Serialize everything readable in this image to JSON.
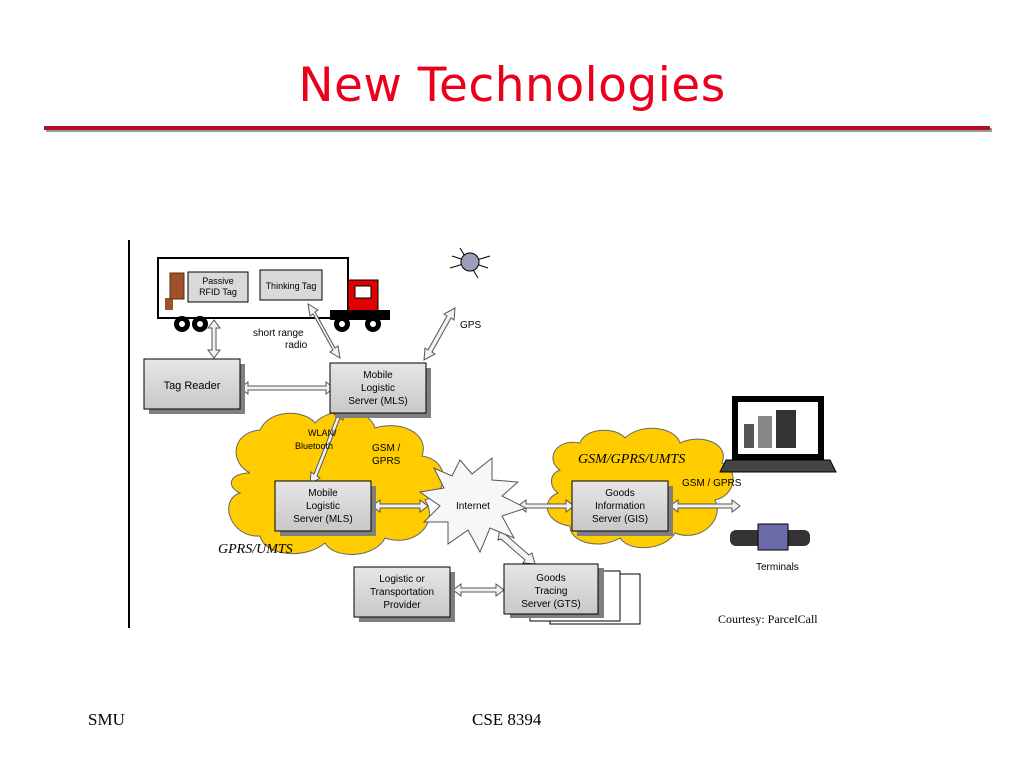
{
  "slide": {
    "title": "New Technologies",
    "footer_left": "SMU",
    "footer_right": "CSE 8394",
    "courtesy": "Courtesy: ParcelCall"
  },
  "diagram": {
    "truck": {
      "passive_tag_1": "Passive",
      "passive_tag_2": "RFID Tag",
      "thinking_tag": "Thinking Tag"
    },
    "short_range_1": "short range",
    "short_range_2": "radio",
    "gps": "GPS",
    "tag_reader": "Tag Reader",
    "mls_top": [
      "Mobile",
      "Logistic",
      "Server (MLS)"
    ],
    "mls_bottom": [
      "Mobile",
      "Logistic",
      "Server (MLS)"
    ],
    "wlan_1": "WLAN/",
    "wlan_2": "Bluetooth",
    "gsm_gprs_1": "GSM /",
    "gsm_gprs_2": "GPRS",
    "internet": "Internet",
    "cloud_left_label": "GPRS/UMTS",
    "cloud_right_label": "GSM/GPRS/UMTS",
    "gis": [
      "Goods",
      "Information",
      "Server (GIS)"
    ],
    "gsm_gprs_right": "GSM / GPRS",
    "terminals": "Terminals",
    "ltp": [
      "Logistic or",
      "Transportation",
      "Provider"
    ],
    "gts": [
      "Goods",
      "Tracing",
      "Server (GTS)"
    ]
  },
  "colors": {
    "title": "#e8001c",
    "rule": "#b01020",
    "cloud": "#ffcc00",
    "box": "#d9d9d9"
  }
}
